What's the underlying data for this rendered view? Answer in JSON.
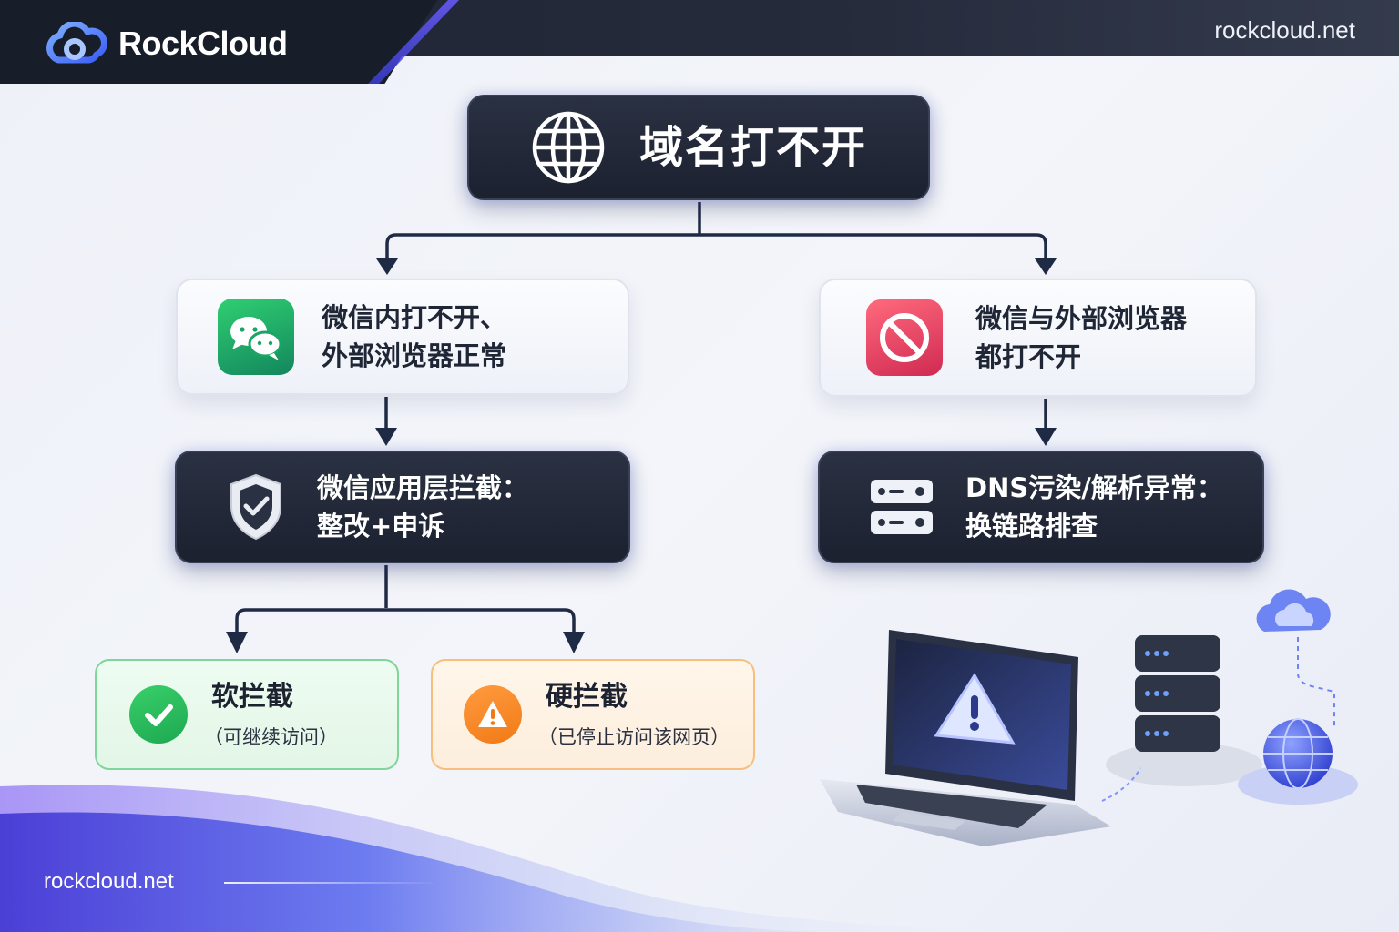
{
  "header": {
    "brand": "RockCloud",
    "site": "rockcloud.net"
  },
  "footer": {
    "site": "rockcloud.net"
  },
  "flow": {
    "root": {
      "title": "域名打不开",
      "icon": "globe-icon"
    },
    "left_condition": {
      "line1": "微信内打不开、",
      "line2": "外部浏览器正常",
      "icon": "wechat-icon"
    },
    "right_condition": {
      "line1": "微信与外部浏览器",
      "line2": "都打不开",
      "icon": "ban-icon"
    },
    "left_diagnosis": {
      "line1": "微信应用层拦截：",
      "line2": "整改+申诉",
      "icon": "shield-check-icon"
    },
    "right_diagnosis": {
      "line1": "DNS污染/解析异常：",
      "line2": "换链路排查",
      "icon": "dns-server-icon"
    },
    "soft_block": {
      "title": "软拦截",
      "subtitle": "（可继续访问）",
      "icon": "check-circle-icon",
      "color": "#2dbd5f"
    },
    "hard_block": {
      "title": "硬拦截",
      "subtitle": "（已停止访问该网页）",
      "icon": "warning-circle-icon",
      "color": "#f58320"
    }
  },
  "colors": {
    "dark_card": "#1f2433",
    "accent": "#5a63f0",
    "soft_border": "#7ed69a",
    "hard_border": "#f6bf7e"
  }
}
